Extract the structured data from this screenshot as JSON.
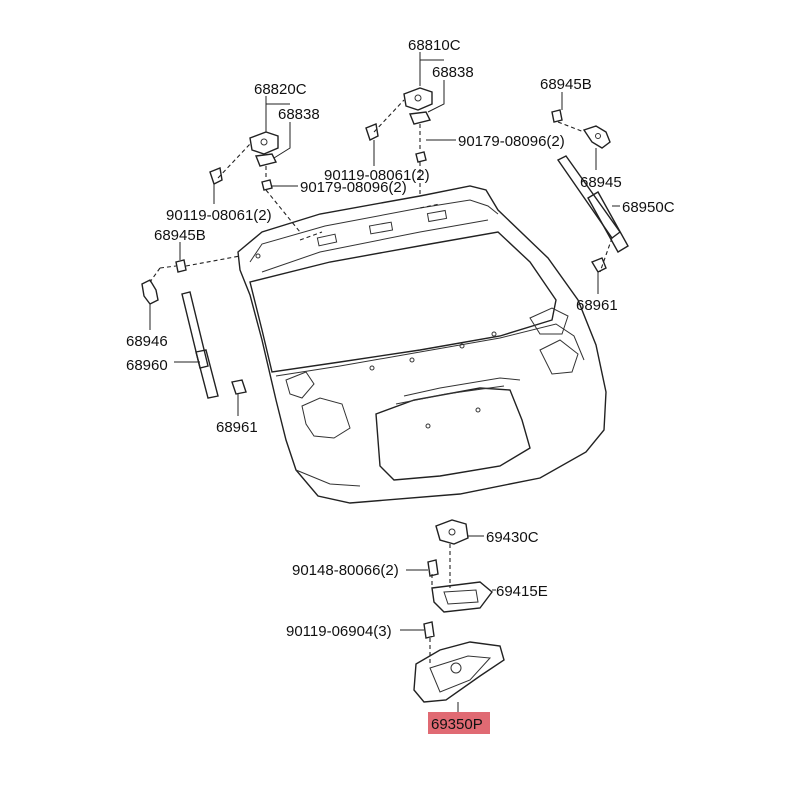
{
  "colors": {
    "highlight": "#e06a73",
    "ink": "#222222"
  },
  "labels": {
    "p68810C": "68810C",
    "p68838_right": "68838",
    "p68820C": "68820C",
    "p68838_left": "68838",
    "p90119_08061_right": "90119-08061(2)",
    "p90179_08096_right": "90179-08096(2)",
    "p90179_08096_left": "90179-08096(2)",
    "p90119_08061_left": "90119-08061(2)",
    "p68945B_right": "68945B",
    "p68945": "68945",
    "p68950C": "68950C",
    "p68945B_left": "68945B",
    "p68961_right": "68961",
    "p68946": "68946",
    "p68960": "68960",
    "p68961_left": "68961",
    "p69430C": "69430C",
    "p90148_80066": "90148-80066(2)",
    "p69415E": "69415E",
    "p90119_06904": "90119-06904(3)",
    "p69350P": "69350P"
  }
}
